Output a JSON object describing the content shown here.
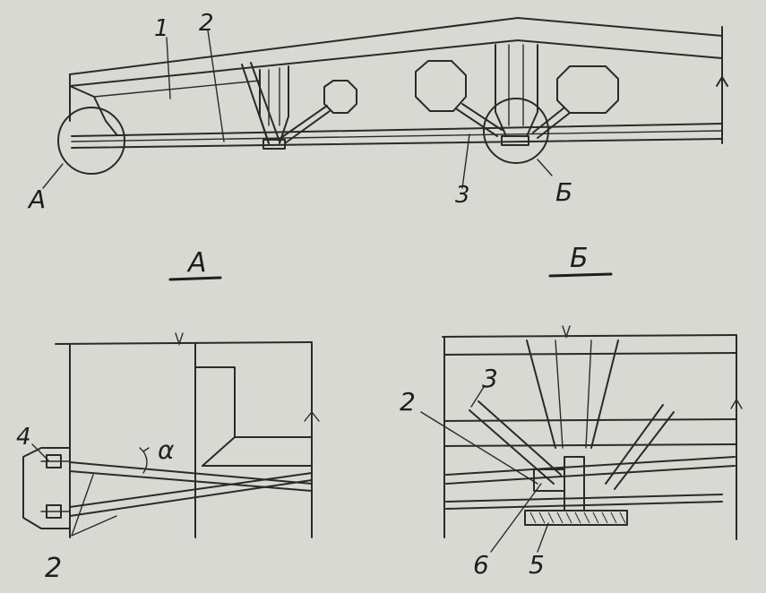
{
  "labels": {
    "part_1": "1",
    "part_2_top": "2",
    "part_3_top": "3",
    "view_a_marker": "А",
    "view_b_marker": "Б",
    "view_a_title": "А",
    "view_b_title": "Б",
    "detail_a_4": "4",
    "detail_a_alpha": "α",
    "detail_a_2": "2",
    "detail_b_2": "2",
    "detail_b_3": "3",
    "detail_b_6": "6",
    "detail_b_5": "5"
  },
  "colors": {
    "paper": "#d9d9d3",
    "ink": "#2a2a2a"
  }
}
